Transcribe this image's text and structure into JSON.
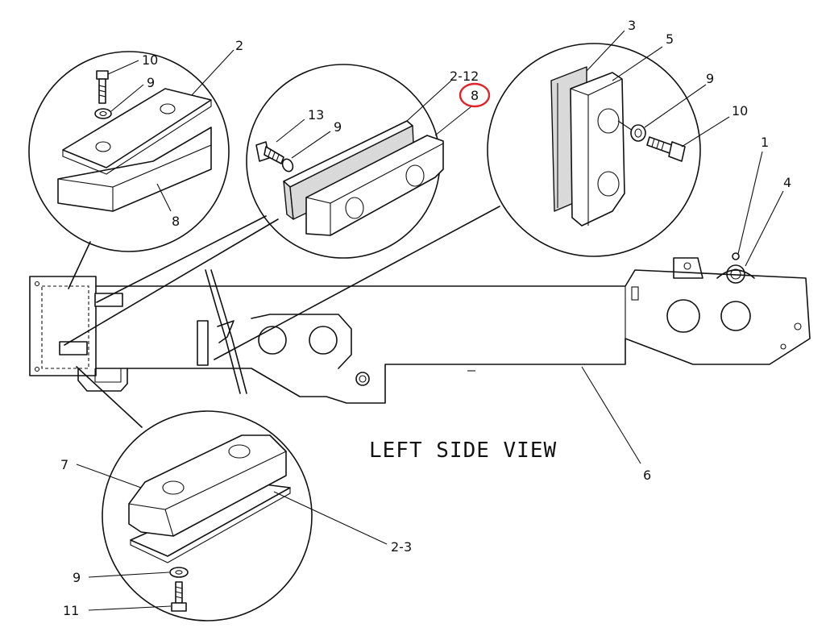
{
  "view_title": "LEFT SIDE VIEW",
  "callouts": {
    "c_top_left_2": "2",
    "c_top_left_10": "10",
    "c_top_left_9": "9",
    "c_top_left_8": "8",
    "c_mid_13": "13",
    "c_mid_9": "9",
    "c_mid_2_12": "2-12",
    "c_mid_8": "8",
    "c_right_3": "3",
    "c_right_5": "5",
    "c_right_9": "9",
    "c_right_10": "10",
    "c_main_1": "1",
    "c_main_4": "4",
    "c_main_6": "6",
    "c_bottom_7": "7",
    "c_bottom_2_3": "2-3",
    "c_bottom_9": "9",
    "c_bottom_11": "11"
  },
  "highlight_color": "#e0242a",
  "line_color": "#111111"
}
